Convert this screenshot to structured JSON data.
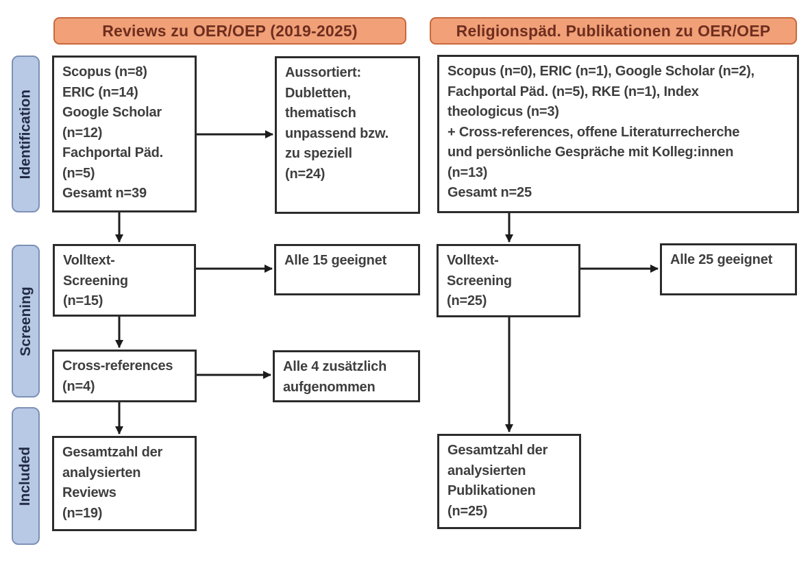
{
  "colors": {
    "header_fill": "#F1A078",
    "header_border": "#C8683C",
    "header_text": "#6E2E1F",
    "stage_fill": "#B8C9E6",
    "stage_border": "#7D90B5",
    "stage_text": "#222B44",
    "box_border": "#2B2B2B",
    "box_text": "#3E3E3E",
    "arrow": "#1C1C1C",
    "bg": "#FFFFFF"
  },
  "headers": {
    "left": "Reviews zu OER/OEP (2019-2025)",
    "right": "Religionspäd. Publikationen zu OER/OEP"
  },
  "stage_labels": {
    "identification": "Identification",
    "screening": "Screening",
    "included": "Included"
  },
  "left_column": {
    "sources_box": {
      "lines": [
        "Scopus (n=8)",
        "ERIC (n=14)",
        "Google Scholar",
        "(n=12)",
        "Fachportal Päd.",
        "(n=5)",
        "Gesamt n=39"
      ]
    },
    "excluded_box": {
      "lines": [
        "Aussortiert:",
        "Dubletten,",
        "thematisch",
        "unpassend bzw.",
        "zu speziell",
        "(n=24)"
      ]
    },
    "fulltext_box": {
      "lines": [
        "Volltext-",
        "Screening",
        "(n=15)"
      ]
    },
    "fulltext_result_box": {
      "lines": [
        "Alle 15 geeignet"
      ]
    },
    "crossref_box": {
      "lines": [
        "Cross-references",
        "(n=4)"
      ]
    },
    "crossref_result_box": {
      "lines": [
        "Alle 4 zusätzlich",
        "aufgenommen"
      ]
    },
    "included_box": {
      "lines": [
        "Gesamtzahl der",
        "analysierten",
        "Reviews",
        "(n=19)"
      ]
    }
  },
  "right_column": {
    "sources_box": {
      "lines": [
        "Scopus (n=0), ERIC (n=1), Google Scholar (n=2),",
        "Fachportal Päd. (n=5), RKE (n=1), Index",
        "theologicus (n=3)",
        "+ Cross-references, offene Literaturrecherche",
        "und persönliche Gespräche mit Kolleg:innen",
        "(n=13)",
        "Gesamt n=25"
      ]
    },
    "fulltext_box": {
      "lines": [
        "Volltext-",
        "Screening",
        "(n=25)"
      ]
    },
    "fulltext_result_box": {
      "lines": [
        "Alle 25 geeignet"
      ]
    },
    "included_box": {
      "lines": [
        "Gesamtzahl der",
        "analysierten",
        "Publikationen",
        "(n=25)"
      ]
    }
  }
}
